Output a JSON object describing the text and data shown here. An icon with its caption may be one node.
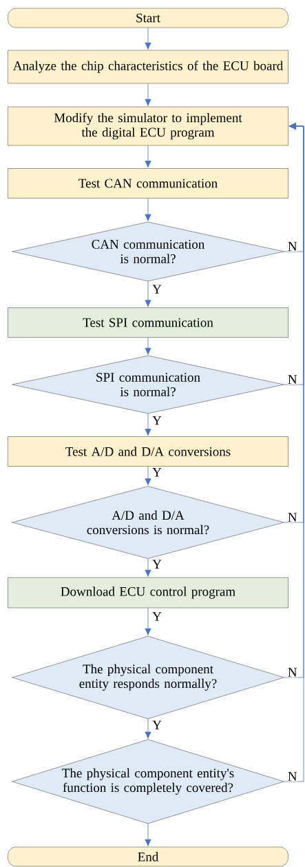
{
  "diagram": {
    "nodes": [
      {
        "text": [
          "Start"
        ]
      },
      {
        "text": [
          "Analyze the chip characteristics of the ECU board"
        ]
      },
      {
        "text": [
          "Modify the simulator to implement the digital ECU program"
        ]
      },
      {
        "text": [
          "Test CAN communication"
        ]
      },
      {
        "text": [
          "CAN communication is normal?"
        ]
      },
      {
        "text": [
          "Test SPI communication"
        ]
      },
      {
        "text": [
          "SPI communication is normal?"
        ]
      },
      {
        "text": [
          "Test A/D and D/A conversions"
        ]
      },
      {
        "text": [
          "A/D and D/A conversions is normal?"
        ]
      },
      {
        "text": [
          "Download ECU control program"
        ]
      },
      {
        "text": [
          "The physical component entity responds normally?"
        ]
      },
      {
        "text": [
          "The physical component entity's function is completely covered?"
        ]
      },
      {
        "text": [
          "End"
        ]
      }
    ],
    "edges": [
      {
        "from": 0,
        "to": 1,
        "arrow": "to"
      },
      {
        "from": 1,
        "to": 2,
        "arrow": "to"
      },
      {
        "from": 2,
        "to": 3,
        "arrow": "to"
      },
      {
        "from": 3,
        "to": 4,
        "arrow": "to"
      },
      {
        "from": 4,
        "to": 5,
        "arrow": "to",
        "label": "Y"
      },
      {
        "from": 4,
        "to": 2,
        "arrow": "to",
        "label": "N"
      },
      {
        "from": 5,
        "to": 6,
        "arrow": "to"
      },
      {
        "from": 6,
        "to": 7,
        "arrow": "to",
        "label": "Y"
      },
      {
        "from": 6,
        "to": 2,
        "arrow": "to",
        "label": "N"
      },
      {
        "from": 7,
        "to": 8,
        "arrow": "to",
        "label": "Y"
      },
      {
        "from": 8,
        "to": 9,
        "arrow": "to",
        "label": "Y"
      },
      {
        "from": 8,
        "to": 2,
        "arrow": "to",
        "label": "N"
      },
      {
        "from": 9,
        "to": 10,
        "arrow": "to",
        "label": "Y"
      },
      {
        "from": 10,
        "to": 11,
        "arrow": "to",
        "label": "Y"
      },
      {
        "from": 10,
        "to": 2,
        "arrow": "to",
        "label": "N"
      },
      {
        "from": 11,
        "to": 12,
        "arrow": "to"
      },
      {
        "from": 11,
        "to": 2,
        "arrow": "to",
        "label": "N"
      }
    ]
  }
}
